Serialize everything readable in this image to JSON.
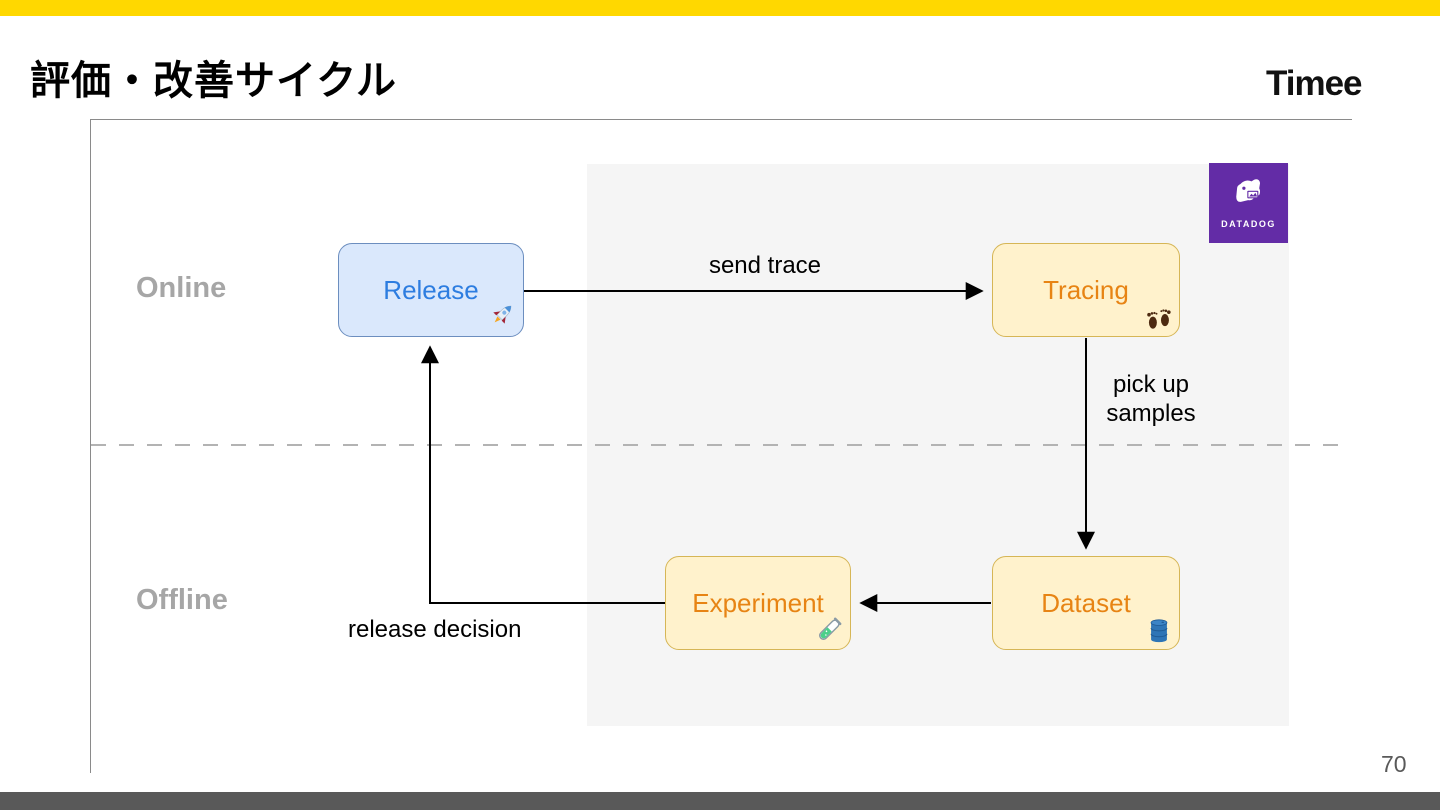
{
  "slide": {
    "title": "評価・改善サイクル",
    "brand": "Timee",
    "page_number": "70"
  },
  "regions": {
    "online": "Online",
    "offline": "Offline"
  },
  "datadog": {
    "label": "DATADOG",
    "icon": "datadog-dog-icon"
  },
  "nodes": [
    {
      "id": "release",
      "label": "Release",
      "icon": "rocket-icon",
      "style": "blue"
    },
    {
      "id": "tracing",
      "label": "Tracing",
      "icon": "footprints-icon",
      "style": "yellow"
    },
    {
      "id": "experiment",
      "label": "Experiment",
      "icon": "test-tube-icon",
      "style": "yellow"
    },
    {
      "id": "dataset",
      "label": "Dataset",
      "icon": "oil-drum-icon",
      "style": "yellow"
    }
  ],
  "edges": [
    {
      "from": "Release",
      "to": "Tracing",
      "label": "send trace"
    },
    {
      "from": "Tracing",
      "to": "Dataset",
      "label": "pick up samples"
    },
    {
      "from": "Dataset",
      "to": "Experiment",
      "label": ""
    },
    {
      "from": "Experiment",
      "to": "Release",
      "label": "release decision"
    }
  ],
  "colors": {
    "top_bar": "#FFD800",
    "bottom_bar": "#595959",
    "panel_bg": "#F5F5F5",
    "datadog_purple": "#632CA6",
    "release_fill": "#DAE8FC",
    "release_border": "#6C8EBF",
    "release_text": "#2D7DE0",
    "node_fill": "#FFF2CC",
    "node_border": "#D6B656",
    "node_text": "#E78414",
    "region_label": "#A6A6A6",
    "frame_line": "#8A8A8A",
    "divider": "#B3B3B3",
    "arrow": "#000000",
    "page_number": "#595959"
  }
}
